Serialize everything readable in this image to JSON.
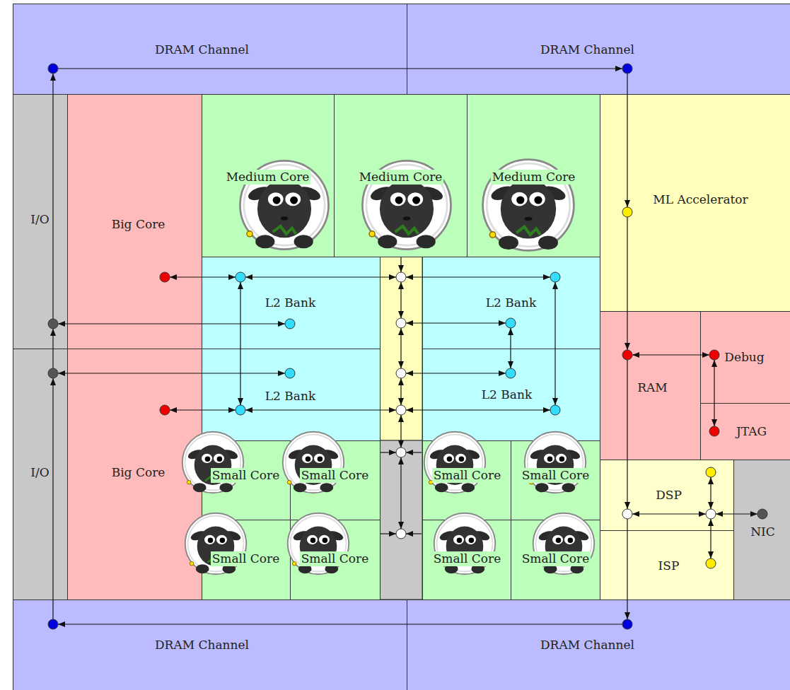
{
  "diagram": {
    "nodes": [
      {
        "text": [
          "DRAM Channel"
        ]
      },
      {
        "text": [
          "DRAM Channel"
        ]
      },
      {
        "text": [
          "I/O"
        ]
      },
      {
        "text": [
          "Big Core"
        ]
      },
      {
        "text": [
          "Medium Core"
        ]
      },
      {
        "text": [
          "Medium Core"
        ]
      },
      {
        "text": [
          "Medium Core"
        ]
      },
      {
        "text": [
          "ML Accelerator"
        ]
      },
      {
        "text": [
          "L2 Bank"
        ]
      },
      {
        "text": [
          "L2 Bank"
        ]
      },
      {
        "text": [
          "RAM"
        ]
      },
      {
        "text": [
          "Debug"
        ]
      },
      {
        "text": [
          "JTAG"
        ]
      },
      {
        "text": [
          "I/O"
        ]
      },
      {
        "text": [
          "Big Core"
        ]
      },
      {
        "text": [
          "L2 Bank"
        ]
      },
      {
        "text": [
          "L2 Bank"
        ]
      },
      {
        "text": [
          "Small Core"
        ]
      },
      {
        "text": [
          "Small Core"
        ]
      },
      {
        "text": [
          "Small Core"
        ]
      },
      {
        "text": [
          "Small Core"
        ]
      },
      {
        "text": [
          "DSP"
        ]
      },
      {
        "text": [
          "NIC"
        ]
      },
      {
        "text": [
          "Small Core"
        ]
      },
      {
        "text": [
          "Small Core"
        ]
      },
      {
        "text": [
          "Small Core"
        ]
      },
      {
        "text": [
          "Small Core"
        ]
      },
      {
        "text": [
          "ISP"
        ]
      },
      {
        "text": [
          "DRAM Channel"
        ]
      },
      {
        "text": [
          "DRAM Channel"
        ]
      }
    ],
    "edges": [
      {
        "from": 0,
        "to": 1,
        "arrow": "to"
      },
      {
        "from": 1,
        "to": 7,
        "arrow": "to"
      },
      {
        "from": 7,
        "to": 10,
        "arrow": "to"
      },
      {
        "from": 10,
        "to": 11,
        "arrow": "both"
      },
      {
        "from": 11,
        "to": 12,
        "arrow": "both"
      },
      {
        "from": 10,
        "to": 21,
        "arrow": "to"
      },
      {
        "from": 21,
        "to": 29,
        "arrow": "to"
      },
      {
        "from": 21,
        "to": 22,
        "arrow": "both"
      },
      {
        "from": 21,
        "to": 27,
        "arrow": "both"
      },
      {
        "from": 29,
        "to": 28,
        "arrow": "to"
      },
      {
        "from": 28,
        "to": 13,
        "arrow": "to"
      },
      {
        "from": 13,
        "to": 2,
        "arrow": "to"
      },
      {
        "from": 2,
        "to": 0,
        "arrow": "to"
      },
      {
        "from": 8,
        "to": 2,
        "arrow": "both"
      },
      {
        "from": 15,
        "to": 13,
        "arrow": "both"
      },
      {
        "from": 3,
        "to": 8,
        "arrow": "both"
      },
      {
        "from": 14,
        "to": 15,
        "arrow": "both"
      },
      {
        "from": 8,
        "to": 15,
        "arrow": "both"
      },
      {
        "from": 9,
        "to": 16,
        "arrow": "both"
      },
      {
        "from": 9,
        "to": 16,
        "arrow": "both"
      }
    ]
  }
}
